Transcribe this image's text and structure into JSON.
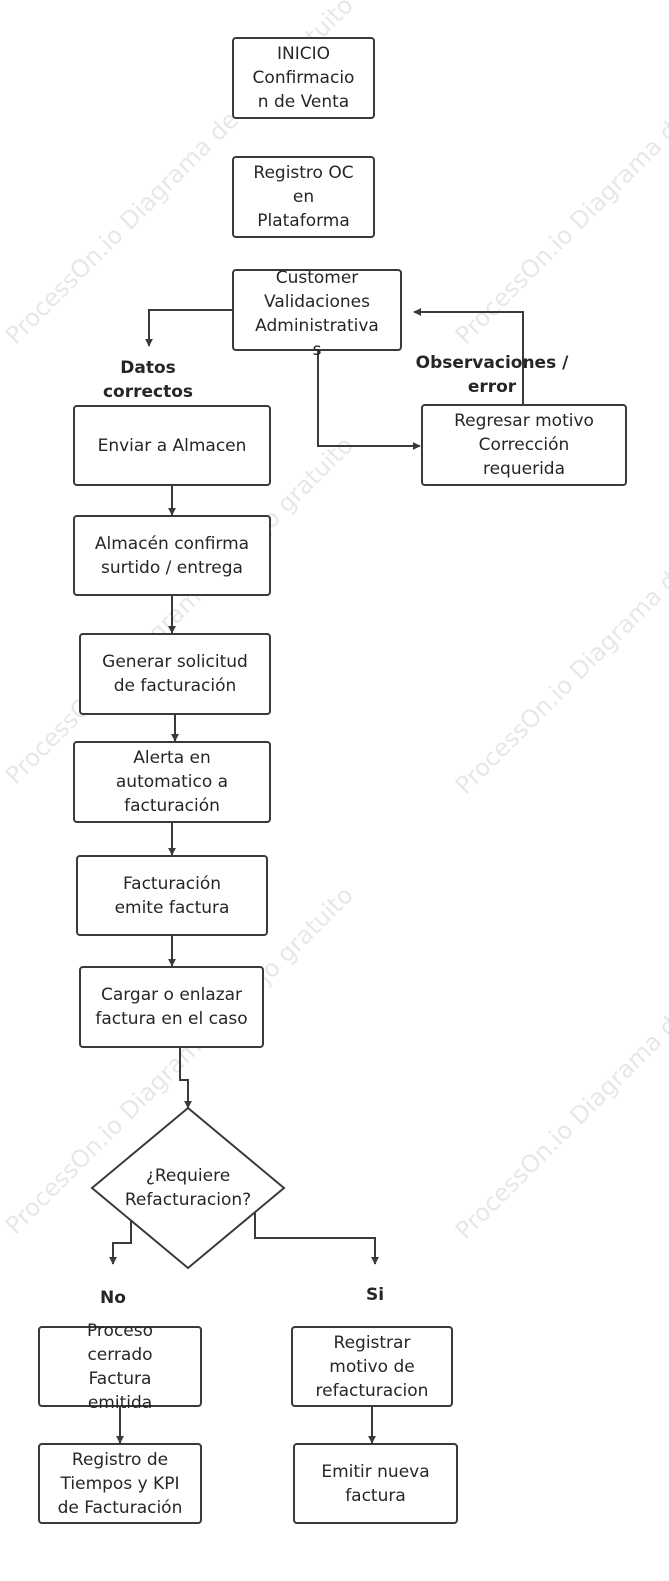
{
  "nodes": {
    "inicio": "INICIO Confirmacio n de Venta",
    "registro_oc": "Registro OC en Plataforma",
    "customer": "Customer Validaciones Administrativa s",
    "enviar_almacen": "Enviar a Almacen",
    "almacen_confirma": "Almacén confirma surtido / entrega",
    "generar_solicitud": "Generar solicitud de facturación",
    "alerta": "Alerta en automatico a facturación",
    "facturacion_emite": "Facturación emite factura",
    "cargar_factura": "Cargar o enlazar factura en el caso",
    "requiere_refacturacion": "¿Requiere Refacturacion?",
    "regresar_motivo": "Regresar motivo Corrección requerida",
    "proceso_cerrado": "Proceso cerrado Factura emitida",
    "registro_tiempos": "Registro de Tiempos y KPI de Facturación",
    "registrar_motivo": "Registrar motivo de refacturacion",
    "emitir_nueva": "Emitir nueva factura"
  },
  "labels": {
    "datos_correctos": "Datos correctos",
    "observaciones": "Observaciones / error",
    "no": "No",
    "si": "Si"
  },
  "watermark": {
    "text": "ProcessOn.io Diagrama de flujo gratuito",
    "color": "#bdbdbd"
  },
  "colors": {
    "stroke": "#3a3a3a",
    "text": "#262626"
  }
}
